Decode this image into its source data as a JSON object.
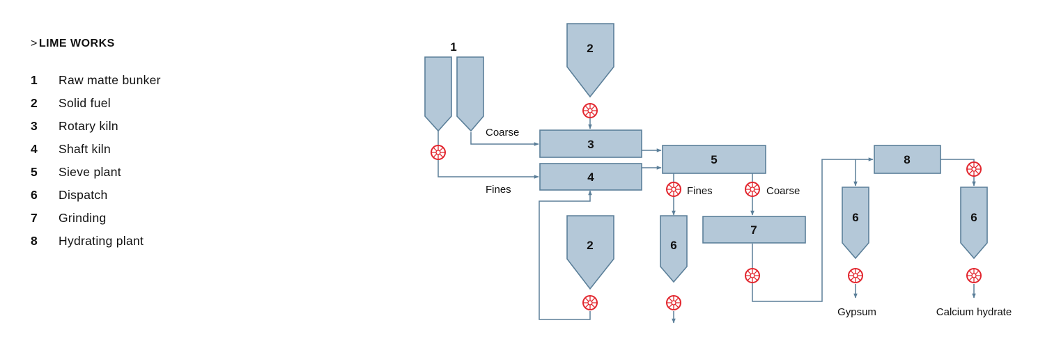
{
  "legend": {
    "chevron": ">",
    "title": "LIME WORKS",
    "items": [
      {
        "num": "1",
        "label": "Raw matte bunker"
      },
      {
        "num": "2",
        "label": "Solid fuel"
      },
      {
        "num": "3",
        "label": "Rotary kiln"
      },
      {
        "num": "4",
        "label": "Shaft kiln"
      },
      {
        "num": "5",
        "label": "Sieve plant"
      },
      {
        "num": "6",
        "label": "Dispatch"
      },
      {
        "num": "7",
        "label": "Grinding"
      },
      {
        "num": "8",
        "label": "Hydrating plant"
      }
    ]
  },
  "diagram": {
    "units": {
      "raw_bunker": "1",
      "fuel_top": "2",
      "fuel_bottom": "2",
      "rotary_kiln": "3",
      "shaft_kiln": "4",
      "sieve_plant": "5",
      "grinding": "7",
      "hydrating_plant": "8",
      "dispatch_a": "6",
      "dispatch_b": "6",
      "dispatch_c": "6"
    },
    "flow_labels": {
      "coarse_bunker": "Coarse",
      "fines_bunker": "Fines",
      "fines_sieve": "Fines",
      "coarse_sieve": "Coarse",
      "gypsum": "Gypsum",
      "calcium_hydrate": "Calcium hydrate"
    },
    "colors": {
      "unit_fill": "#b4c8d8",
      "unit_stroke": "#5b7f99",
      "valve": "#e2262e"
    }
  }
}
